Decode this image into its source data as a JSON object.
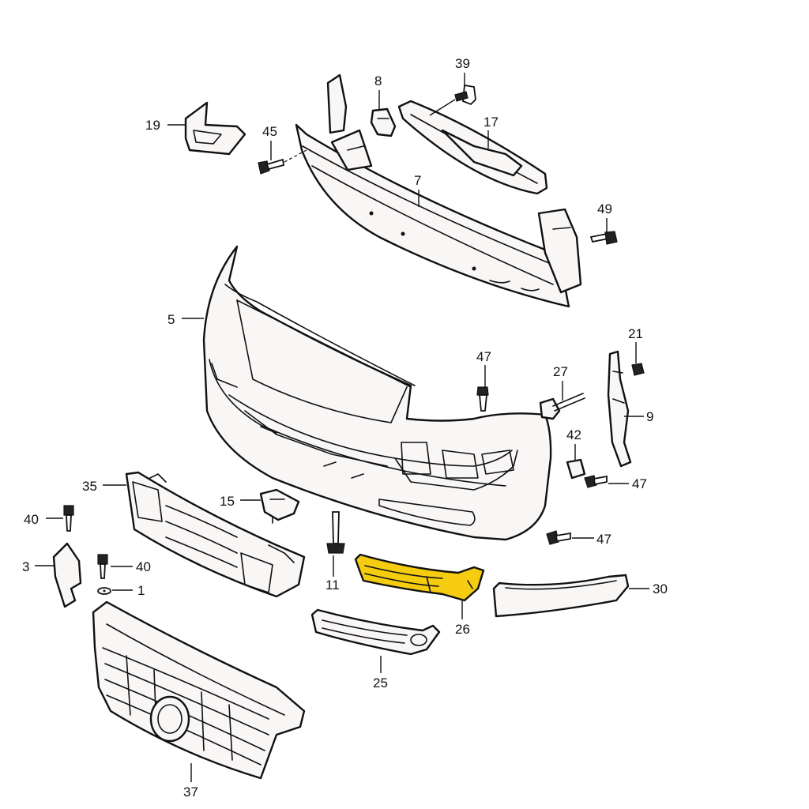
{
  "colors": {
    "highlight": "#f5cc0f",
    "part_fill": "#f9f6f6",
    "line": "#111111"
  },
  "callouts": [
    {
      "id": "39",
      "label": "39"
    },
    {
      "id": "8",
      "label": "8"
    },
    {
      "id": "17",
      "label": "17"
    },
    {
      "id": "19",
      "label": "19"
    },
    {
      "id": "45",
      "label": "45"
    },
    {
      "id": "7",
      "label": "7"
    },
    {
      "id": "49",
      "label": "49"
    },
    {
      "id": "5",
      "label": "5"
    },
    {
      "id": "21",
      "label": "21"
    },
    {
      "id": "47a",
      "label": "47"
    },
    {
      "id": "27",
      "label": "27"
    },
    {
      "id": "9",
      "label": "9"
    },
    {
      "id": "42",
      "label": "42"
    },
    {
      "id": "47b",
      "label": "47"
    },
    {
      "id": "35",
      "label": "35"
    },
    {
      "id": "15",
      "label": "15"
    },
    {
      "id": "40a",
      "label": "40"
    },
    {
      "id": "47c",
      "label": "47"
    },
    {
      "id": "3",
      "label": "3"
    },
    {
      "id": "40b",
      "label": "40"
    },
    {
      "id": "1",
      "label": "1"
    },
    {
      "id": "11",
      "label": "11"
    },
    {
      "id": "30",
      "label": "30"
    },
    {
      "id": "26",
      "label": "26"
    },
    {
      "id": "25",
      "label": "25"
    },
    {
      "id": "37",
      "label": "37"
    }
  ],
  "highlighted_part": "26"
}
